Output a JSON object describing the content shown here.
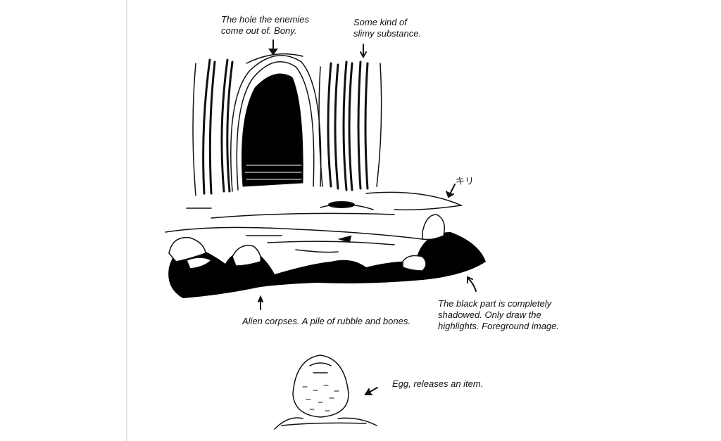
{
  "annotations": {
    "hole": [
      "The hole the enemies",
      "come out of. Bony."
    ],
    "slime": [
      "Some kind of",
      "slimy substance."
    ],
    "corpses": [
      "Alien corpses. A pile of rubble and bones."
    ],
    "shadow": [
      "The black part is completely",
      "shadowed. Only draw the",
      "highlights. Foreground image."
    ],
    "egg": [
      "Egg, releases an item."
    ],
    "fog_handwritten": "キリ"
  },
  "colors": {
    "ink": "#111111",
    "paper": "#ffffff"
  }
}
